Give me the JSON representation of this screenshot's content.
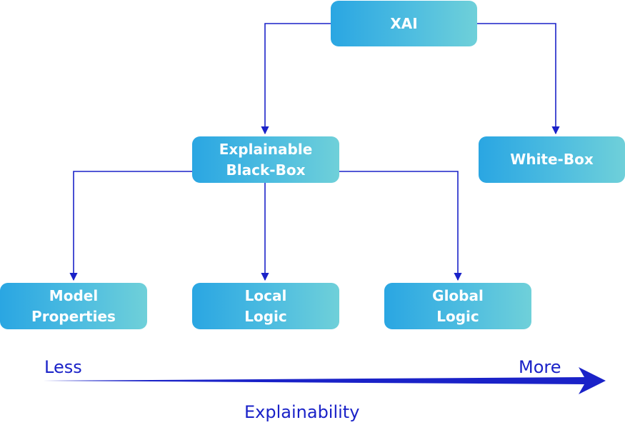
{
  "nodes": {
    "xai": "XAI",
    "explainable_black_box": "Explainable\nBlack-Box",
    "white_box": "White-Box",
    "model_properties": "Model\nProperties",
    "local_logic": "Local\nLogic",
    "global_logic": "Global\nLogic"
  },
  "axis": {
    "less": "Less",
    "more": "More",
    "label": "Explainability"
  },
  "colors": {
    "node_gradient_start": "#2aa6e2",
    "node_gradient_end": "#6fd0d9",
    "connector": "#1a22c8",
    "axis_text": "#1a22c8",
    "node_text": "#ffffff"
  }
}
